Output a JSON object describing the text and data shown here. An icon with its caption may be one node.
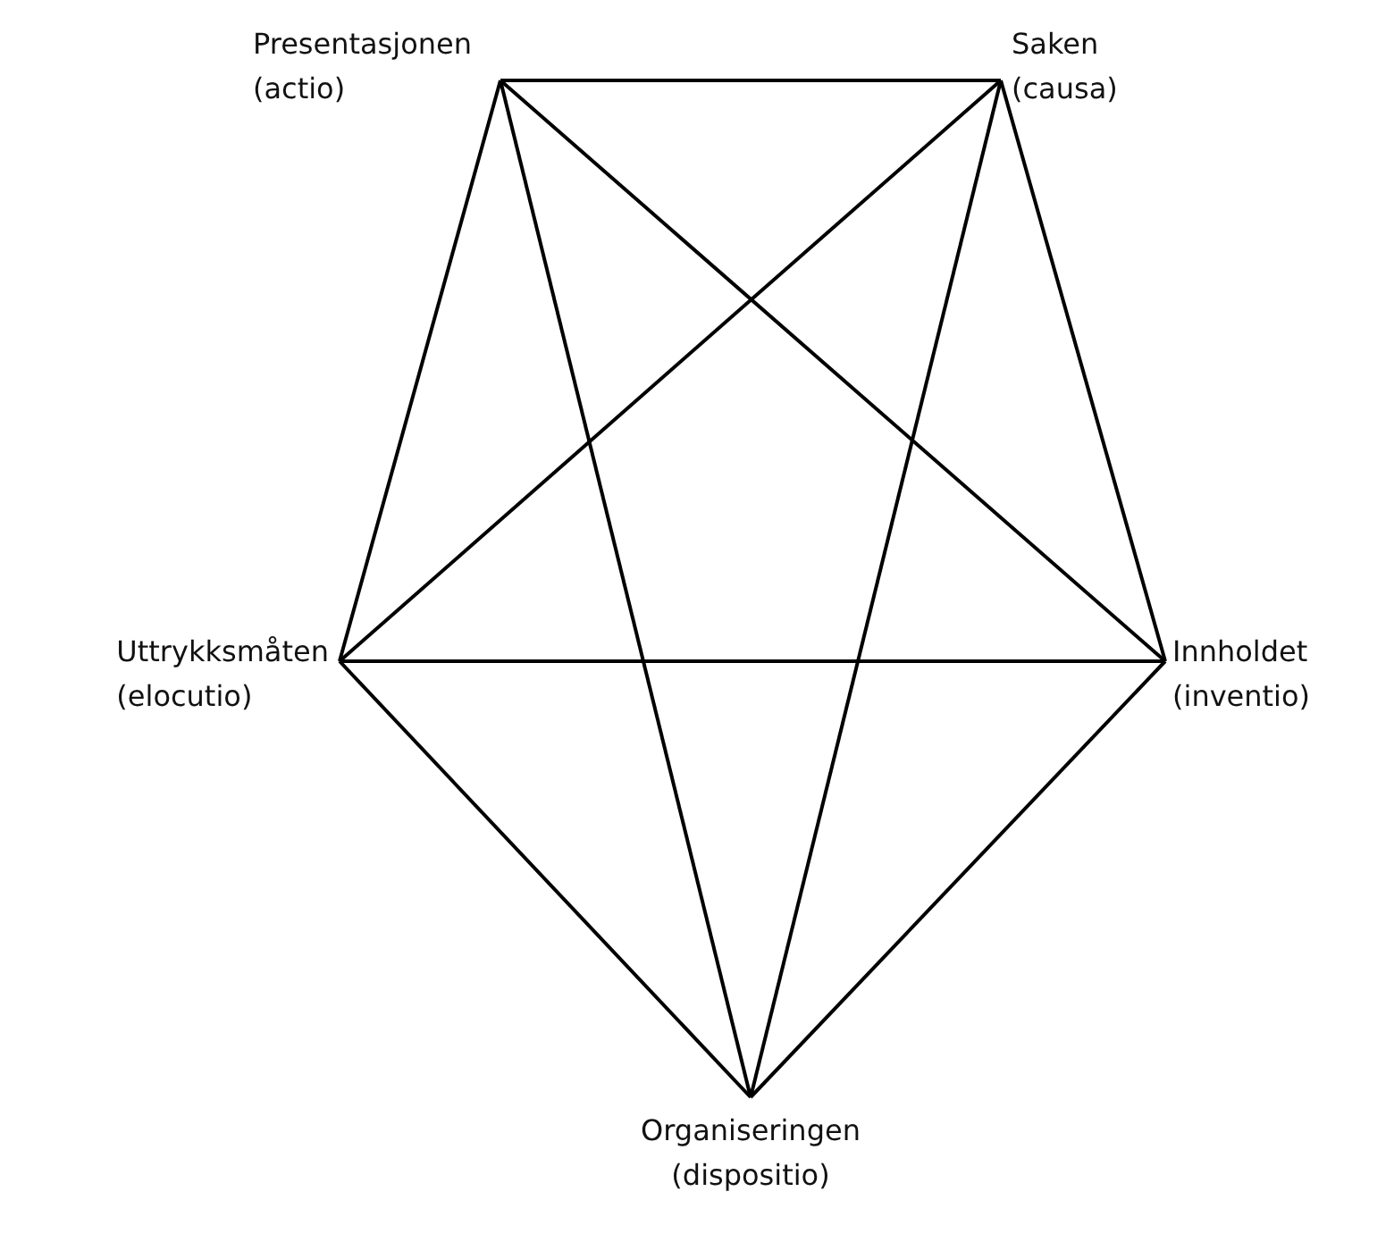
{
  "diagram": {
    "nodes": [
      {
        "text": [
          "Presentasjonen",
          "(actio)"
        ]
      },
      {
        "text": [
          "Saken",
          "(causa)"
        ]
      },
      {
        "text": [
          "Innholdet",
          "(inventio)"
        ]
      },
      {
        "text": [
          "Organiseringen",
          "(dispositio)"
        ]
      },
      {
        "text": [
          "Uttrykksmåten",
          "(elocutio)"
        ]
      }
    ],
    "edges": [
      {
        "from": 0,
        "to": 1,
        "arrow": "none"
      },
      {
        "from": 1,
        "to": 2,
        "arrow": "none"
      },
      {
        "from": 2,
        "to": 3,
        "arrow": "none"
      },
      {
        "from": 3,
        "to": 4,
        "arrow": "none"
      },
      {
        "from": 4,
        "to": 0,
        "arrow": "none"
      },
      {
        "from": 0,
        "to": 2,
        "arrow": "none"
      },
      {
        "from": 0,
        "to": 3,
        "arrow": "none"
      },
      {
        "from": 1,
        "to": 4,
        "arrow": "none"
      },
      {
        "from": 1,
        "to": 3,
        "arrow": "none"
      },
      {
        "from": 4,
        "to": 2,
        "arrow": "none"
      }
    ]
  }
}
